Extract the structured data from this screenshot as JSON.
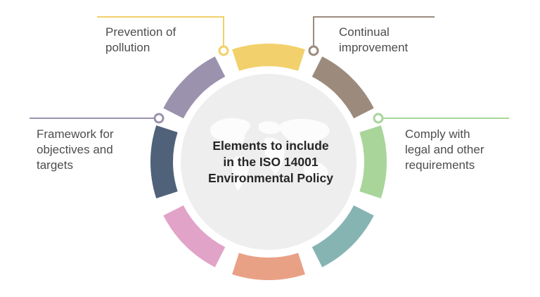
{
  "diagram": {
    "center_title": "Elements to include\nin the ISO 14001\nEnvironmental Policy",
    "elements": [
      {
        "label": "Prevention of\npollution",
        "color": "#f2d06b"
      },
      {
        "label": "Continual\nimprovement",
        "color": "#9c8b7d"
      },
      {
        "label": "Comply with\nlegal and other\nrequirements",
        "color": "#a9d59a"
      },
      {
        "label": "Framework for\nobjectives and\ntargets",
        "color": "#9b93ae"
      }
    ],
    "segment_colors": [
      "#f2d06b",
      "#9c8b7d",
      "#a9d59a",
      "#86b4b3",
      "#e9a185",
      "#e2a3c8",
      "#4f6279",
      "#9b93ae"
    ],
    "center_fill": "#eeeeee",
    "map_fill": "#ffffff",
    "text_color": "#4d4d4d"
  }
}
